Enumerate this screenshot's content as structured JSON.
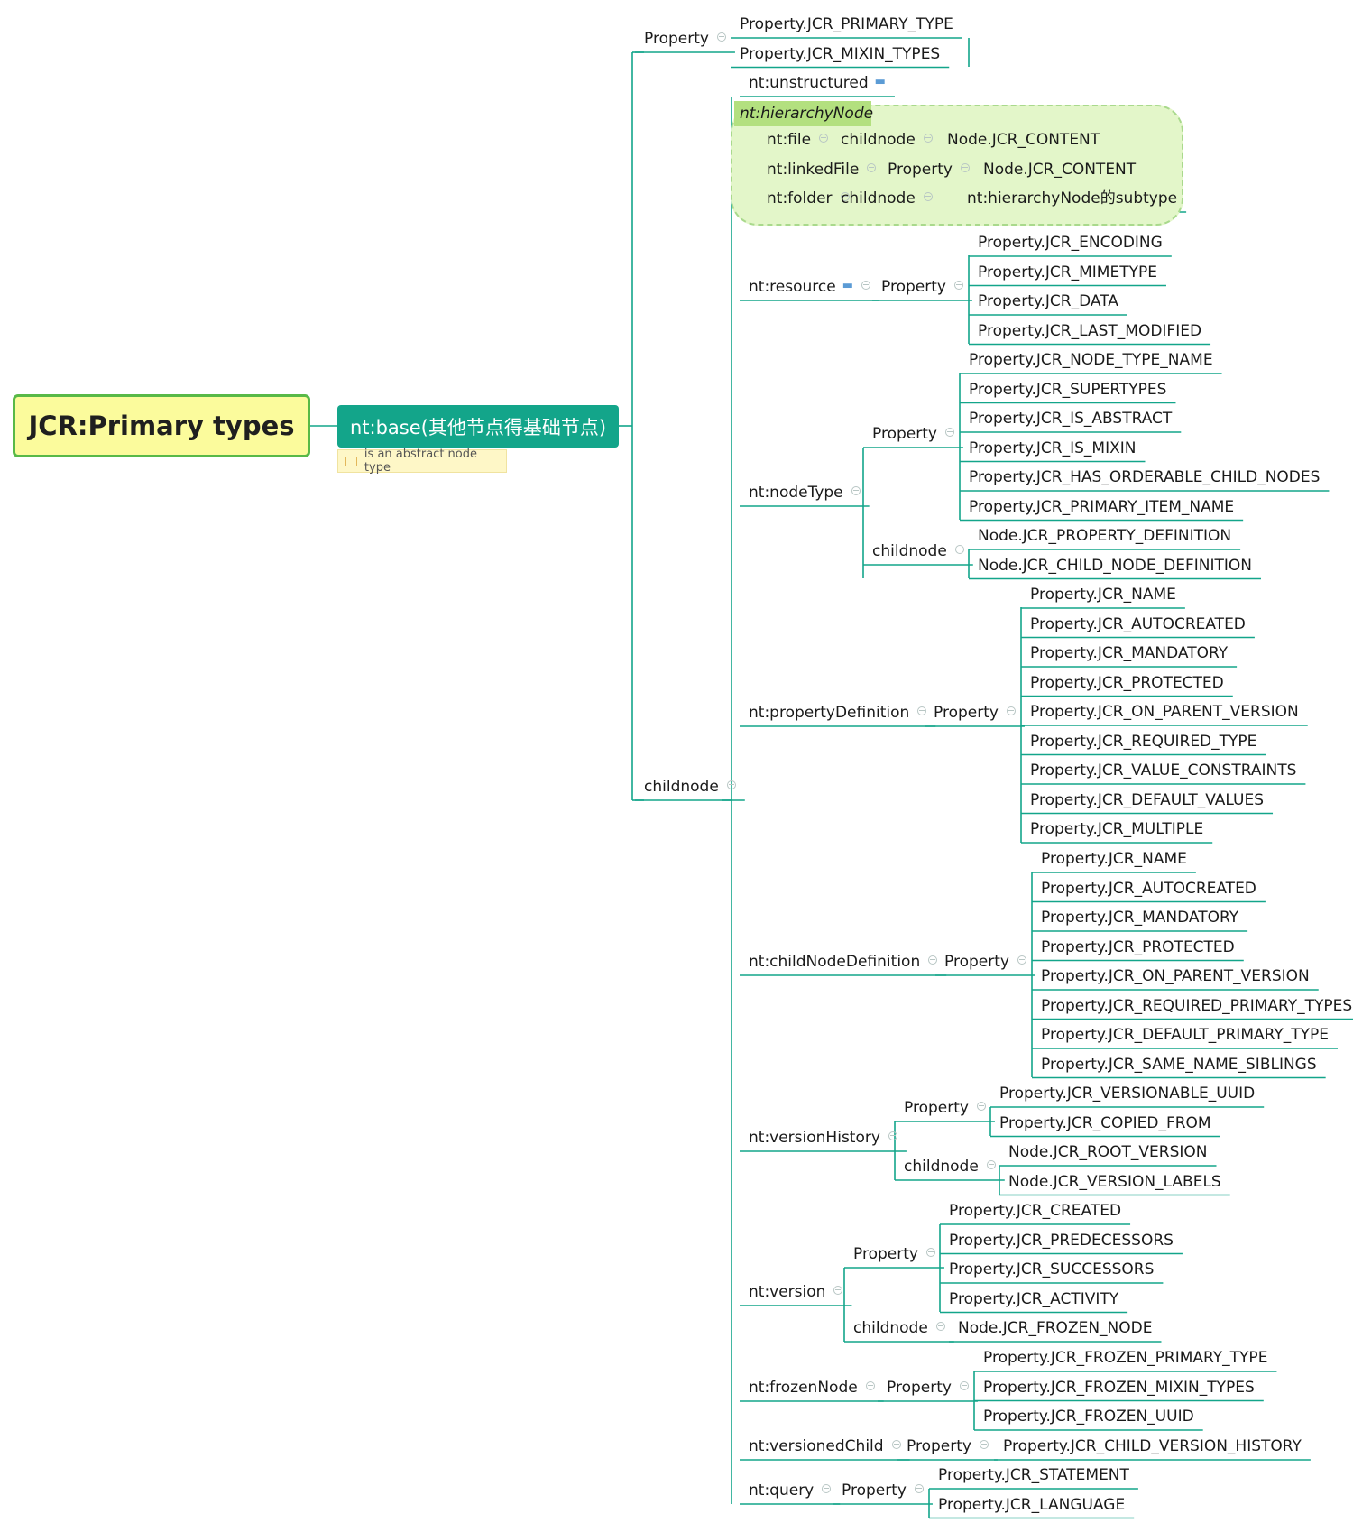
{
  "root": {
    "label": "JCR:Primary types"
  },
  "base": {
    "label": "nt:base(其他节点得基础节点)",
    "note": "is an abstract node type"
  },
  "base_property": {
    "label": "Property",
    "children": [
      "Property.JCR_PRIMARY_TYPE",
      "Property.JCR_MIXIN_TYPES"
    ]
  },
  "base_childnode": {
    "label": "childnode"
  },
  "unstructured": {
    "label": "nt:unstructured"
  },
  "hierarchy": {
    "label": "nt:hierarchyNode",
    "rows": [
      [
        "nt:file",
        "childnode",
        "Node.JCR_CONTENT"
      ],
      [
        "nt:linkedFile",
        "Property",
        "Node.JCR_CONTENT"
      ],
      [
        "nt:folder",
        "childnode",
        "nt:hierarchyNode的subtype"
      ]
    ]
  },
  "resource": {
    "label": "nt:resource",
    "sub": "Property",
    "children": [
      "Property.JCR_ENCODING",
      "Property.JCR_MIMETYPE",
      "Property.JCR_DATA",
      "Property.JCR_LAST_MODIFIED"
    ]
  },
  "nodeType": {
    "label": "nt:nodeType",
    "property": {
      "label": "Property",
      "children": [
        "Property.JCR_NODE_TYPE_NAME",
        "Property.JCR_SUPERTYPES",
        "Property.JCR_IS_ABSTRACT",
        "Property.JCR_IS_MIXIN",
        "Property.JCR_HAS_ORDERABLE_CHILD_NODES",
        "Property.JCR_PRIMARY_ITEM_NAME"
      ]
    },
    "childnode": {
      "label": "childnode",
      "children": [
        "Node.JCR_PROPERTY_DEFINITION",
        "Node.JCR_CHILD_NODE_DEFINITION"
      ]
    }
  },
  "propertyDefinition": {
    "label": "nt:propertyDefinition",
    "sub": "Property",
    "children": [
      "Property.JCR_NAME",
      "Property.JCR_AUTOCREATED",
      "Property.JCR_MANDATORY",
      "Property.JCR_PROTECTED",
      "Property.JCR_ON_PARENT_VERSION",
      "Property.JCR_REQUIRED_TYPE",
      "Property.JCR_VALUE_CONSTRAINTS",
      "Property.JCR_DEFAULT_VALUES",
      "Property.JCR_MULTIPLE"
    ]
  },
  "childNodeDefinition": {
    "label": "nt:childNodeDefinition",
    "sub": "Property",
    "children": [
      "Property.JCR_NAME",
      "Property.JCR_AUTOCREATED",
      "Property.JCR_MANDATORY",
      "Property.JCR_PROTECTED",
      "Property.JCR_ON_PARENT_VERSION",
      "Property.JCR_REQUIRED_PRIMARY_TYPES",
      "Property.JCR_DEFAULT_PRIMARY_TYPE",
      "Property.JCR_SAME_NAME_SIBLINGS"
    ]
  },
  "versionHistory": {
    "label": "nt:versionHistory",
    "property": {
      "label": "Property",
      "children": [
        "Property.JCR_VERSIONABLE_UUID",
        "Property.JCR_COPIED_FROM"
      ]
    },
    "childnode": {
      "label": "childnode",
      "children": [
        "Node.JCR_ROOT_VERSION",
        "Node.JCR_VERSION_LABELS"
      ]
    }
  },
  "version": {
    "label": "nt:version",
    "property": {
      "label": "Property",
      "children": [
        "Property.JCR_CREATED",
        "Property.JCR_PREDECESSORS",
        "Property.JCR_SUCCESSORS",
        "Property.JCR_ACTIVITY"
      ]
    },
    "childnode": {
      "label": "childnode",
      "children": [
        "Node.JCR_FROZEN_NODE"
      ]
    }
  },
  "frozenNode": {
    "label": "nt:frozenNode",
    "sub": "Property",
    "children": [
      "Property.JCR_FROZEN_PRIMARY_TYPE",
      "Property.JCR_FROZEN_MIXIN_TYPES",
      "Property.JCR_FROZEN_UUID"
    ]
  },
  "versionedChild": {
    "label": "nt:versionedChild",
    "sub": "Property",
    "children": [
      "Property.JCR_CHILD_VERSION_HISTORY"
    ]
  },
  "query": {
    "label": "nt:query",
    "sub": "Property",
    "children": [
      "Property.JCR_STATEMENT",
      "Property.JCR_LANGUAGE"
    ]
  },
  "colors": {
    "line": "#13a58a",
    "base_fill": "#13a58a",
    "root_fill": "#fbfb9c",
    "root_border": "#58b947",
    "hier_fill": "#e3f6c9",
    "hier_title": "#b3e07f"
  },
  "icons": {
    "comment": "comment-icon",
    "link": "link-icon",
    "collapse": "collapse-toggle-icon",
    "note": "note-icon"
  }
}
